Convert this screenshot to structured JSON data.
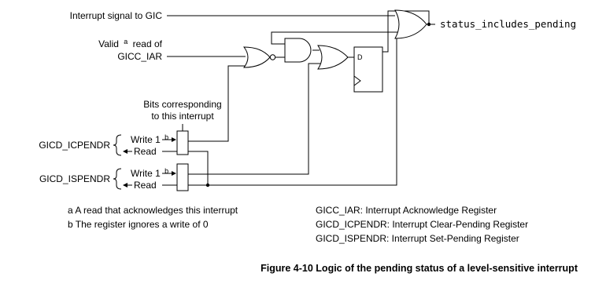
{
  "signals": {
    "interrupt": "Interrupt signal to GIC",
    "valid_read_1": "Valid",
    "valid_read_sup": "a",
    "valid_read_tail": "read of",
    "valid_read_2": "GICC_IAR",
    "output": "status_includes_pending",
    "bits_1": "Bits corresponding",
    "bits_2": "to this interrupt",
    "flipflop_d": "D"
  },
  "registers": {
    "icpendr": "GICD_ICPENDR",
    "ispendr": "GICD_ISPENDR",
    "write1": "Write 1",
    "write1_sup": "b",
    "read": "Read"
  },
  "footnotes": {
    "a": "a A read that acknowledges this interrupt",
    "b": "b The register ignores a write of 0"
  },
  "legend": {
    "iar": "GICC_IAR: Interrupt Acknowledge Register",
    "icpendr": "GICD_ICPENDR: Interrupt Clear-Pending Register",
    "ispendr": "GICD_ISPENDR: Interrupt Set-Pending Register"
  },
  "caption": "Figure 4-10 Logic of the pending status of a level-sensitive interrupt"
}
